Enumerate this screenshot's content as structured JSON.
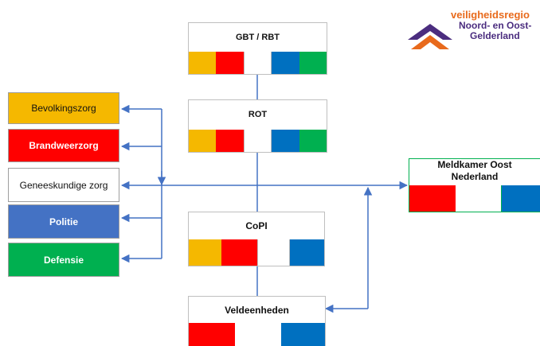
{
  "colors": {
    "yellow": "#f5b800",
    "red": "#ff0000",
    "white": "#ffffff",
    "blue": "#0070c0",
    "green": "#00b050",
    "politie_blue": "#4472c4",
    "connector": "#4472c4",
    "logo_orange": "#e86a1c",
    "logo_purple": "#4b2d7f"
  },
  "gbt": {
    "title": "GBT / RBT",
    "colors": [
      "yellow",
      "red",
      "white",
      "blue",
      "green"
    ]
  },
  "rot": {
    "title": "ROT",
    "colors": [
      "yellow",
      "red",
      "white",
      "blue",
      "green"
    ]
  },
  "copi": {
    "title": "CoPI",
    "colors": [
      "yellow",
      "red",
      "white",
      "blue"
    ]
  },
  "veld": {
    "title": "Veldeenheden",
    "colors": [
      "red",
      "white",
      "blue"
    ]
  },
  "meldkamer": {
    "title_line1": "Meldkamer Oost",
    "title_line2": "Nederland",
    "colors": [
      "red",
      "white",
      "blue"
    ]
  },
  "services": [
    {
      "label": "Bevolkingszorg",
      "color": "yellow"
    },
    {
      "label": "Brandweerzorg",
      "color": "red"
    },
    {
      "label": "Geneeskundige zorg",
      "color": "white"
    },
    {
      "label": "Politie",
      "color": "politie_blue"
    },
    {
      "label": "Defensie",
      "color": "green"
    }
  ],
  "logo": {
    "line1": "veiligheidsregio",
    "line2": "Noord- en Oost-",
    "line3": "Gelderland",
    "icon": "chevron-logo-icon"
  }
}
